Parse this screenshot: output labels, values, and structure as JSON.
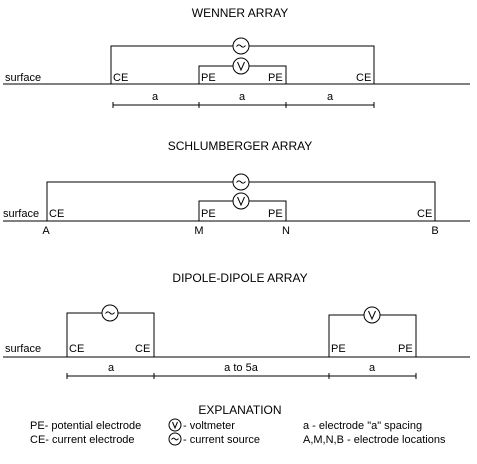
{
  "wenner": {
    "title": "WENNER ARRAY",
    "surface_label": "surface",
    "electrodes": {
      "ce_left": "CE",
      "pe_left": "PE",
      "pe_right": "PE",
      "ce_right": "CE"
    },
    "spacing_labels": [
      "a",
      "a",
      "a"
    ]
  },
  "schlumberger": {
    "title": "SCHLUMBERGER ARRAY",
    "surface_label": "surface",
    "electrodes": {
      "ce_left": "CE",
      "pe_left": "PE",
      "pe_right": "PE",
      "ce_right": "CE"
    },
    "locations": {
      "a": "A",
      "m": "M",
      "n": "N",
      "b": "B"
    }
  },
  "dipole_dipole": {
    "title": "DIPOLE-DIPOLE ARRAY",
    "surface_label": "surface",
    "electrodes": {
      "ce_left": "CE",
      "ce_right": "CE",
      "pe_left": "PE",
      "pe_right": "PE"
    },
    "spacing_labels": [
      "a",
      "a to 5a",
      "a"
    ]
  },
  "explanation": {
    "title": "EXPLANATION",
    "pe": "PE- potential electrode",
    "ce": "CE- current electrode",
    "voltmeter": "- voltmeter",
    "current_source": "- current source",
    "spacing": "a - electrode \"a\" spacing",
    "locations": "A,M,N,B - electrode locations"
  },
  "icons": {
    "voltmeter": "voltmeter-icon",
    "current_source": "current-source-icon"
  }
}
